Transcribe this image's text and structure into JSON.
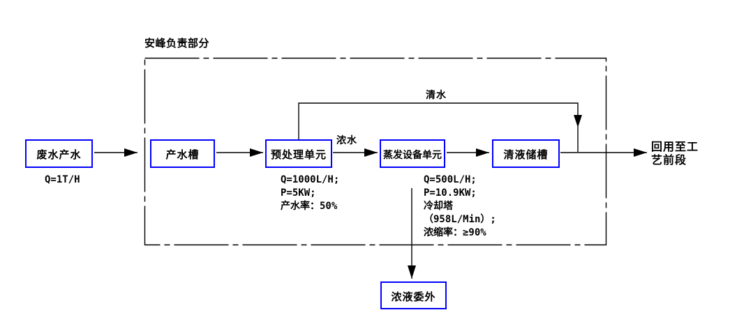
{
  "diagram": {
    "region_label": "安峰负责部分",
    "boxes": {
      "wastewater": "废水产水",
      "product_tank": "产水槽",
      "pretreatment": "预处理单元",
      "evaporation": "蒸发设备单元",
      "clear_liquid_tank": "清液储槽",
      "concentrate_outsourced": "浓液委外"
    },
    "flow_labels": {
      "clear_water": "清水",
      "concentrate_water": "浓水",
      "reuse_line1": "回用至工",
      "reuse_line2": "艺前段"
    },
    "annotations": {
      "wastewater": [
        "Q=1T/H"
      ],
      "pretreatment": [
        "Q=1000L/H;",
        "P=5KW;",
        "产水率：50%"
      ],
      "evaporation": [
        "Q=500L/H;",
        "P=10.9KW;",
        "冷却塔",
        "（958L/Min）;",
        "浓缩率：≥90%"
      ]
    },
    "colors": {
      "box_border": "#0000ff",
      "line": "#000000",
      "text": "#000000",
      "background": "#ffffff"
    }
  }
}
